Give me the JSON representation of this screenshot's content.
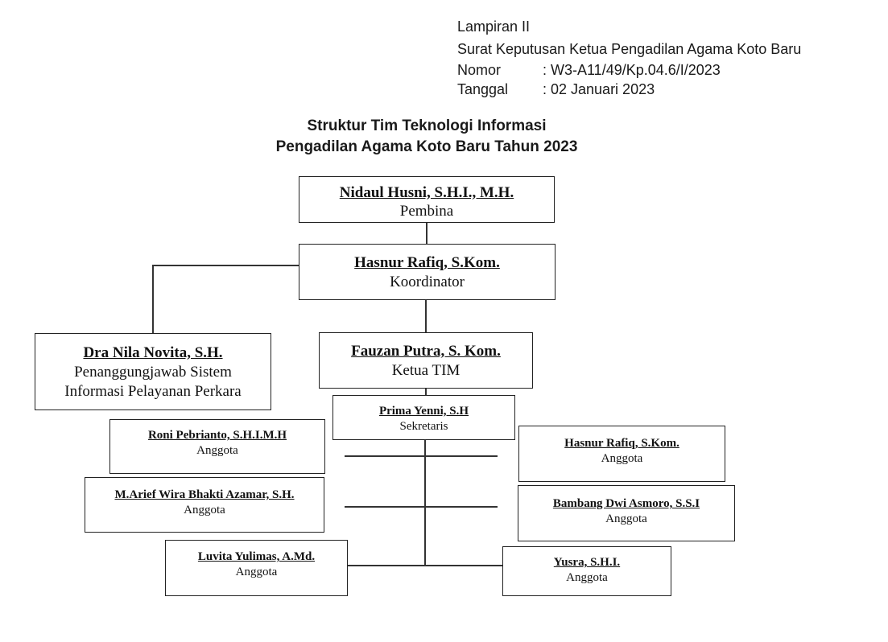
{
  "header": {
    "lampiran": "Lampiran II",
    "surat": "Surat Keputusan Ketua Pengadilan Agama Koto Baru",
    "nomor_label": "Nomor",
    "nomor_value": ": W3-A11/49/Kp.04.6/I/2023",
    "tanggal_label": "Tanggal",
    "tanggal_value": ": 02 Januari 2023"
  },
  "title": {
    "line1": "Struktur Tim Teknologi Informasi",
    "line2": "Pengadilan Agama Koto Baru Tahun 2023"
  },
  "nodes": {
    "pembina": {
      "name": "Nidaul Husni, S.H.I., M.H.",
      "role": "Pembina"
    },
    "koordinator": {
      "name": "Hasnur Rafiq, S.Kom.",
      "role": "Koordinator"
    },
    "penanggungjawab": {
      "name": "Dra Nila Novita, S.H.",
      "role_line1": "Penanggungjawab Sistem",
      "role_line2": "Informasi Pelayanan Perkara"
    },
    "ketua": {
      "name": "Fauzan Putra, S. Kom.",
      "role": "Ketua TIM"
    },
    "sekretaris": {
      "name": "Prima Yenni, S.H",
      "role": "Sekretaris"
    },
    "roni": {
      "name": "Roni Pebrianto, S.H.I.M.H",
      "role": "Anggota"
    },
    "arief": {
      "name": "M.Arief Wira Bhakti Azamar, S.H.",
      "role": "Anggota"
    },
    "luvita": {
      "name": "Luvita Yulimas, A.Md.",
      "role": "Anggota"
    },
    "hasnur2": {
      "name": "Hasnur Rafiq, S.Kom.",
      "role": "Anggota"
    },
    "bambang": {
      "name": "Bambang Dwi Asmoro, S.S.I",
      "role": "Anggota"
    },
    "yusra": {
      "name": "Yusra, S.H.I.",
      "role": "Anggota"
    }
  }
}
